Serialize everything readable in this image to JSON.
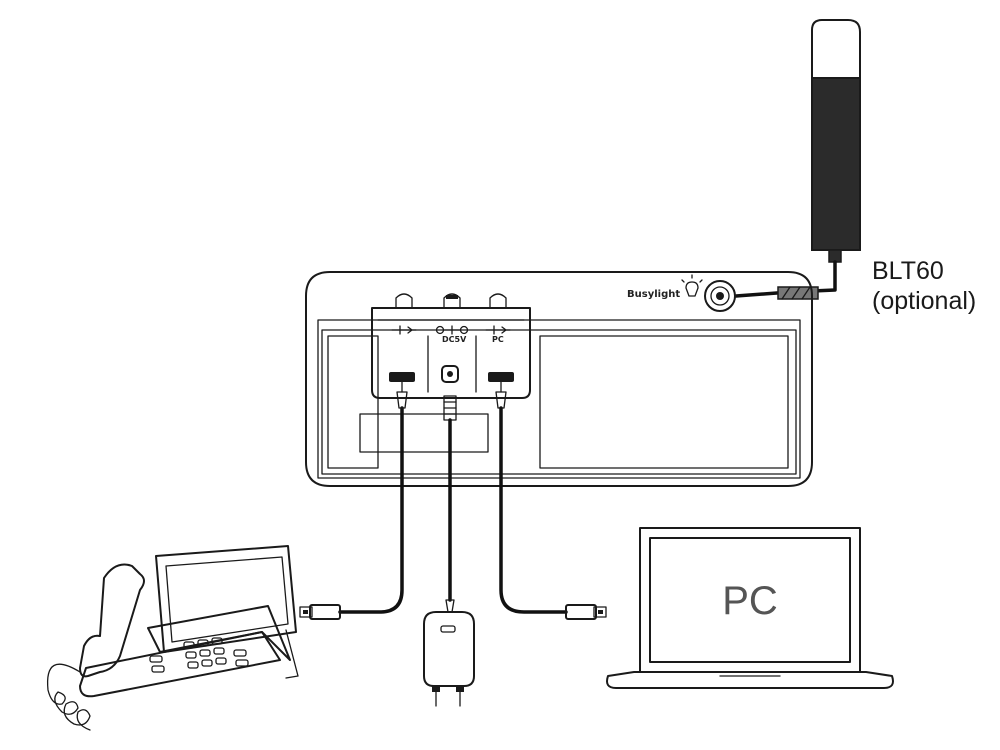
{
  "labels": {
    "busylight_model": "BLT60",
    "busylight_note": "(optional)",
    "busylight_port": "Busylight",
    "pc_screen": "PC",
    "port_dc": "DC5V",
    "port_pc": "PC"
  },
  "icons": {
    "usb_port": "usb-icon",
    "dc_port": "dc-power-icon",
    "pc_usb_port": "usb-icon",
    "busylight": "light-bulb-icon"
  },
  "colors": {
    "line": "#1a1a1a",
    "busylight_body": "#2b2b2b",
    "background": "#ffffff"
  }
}
